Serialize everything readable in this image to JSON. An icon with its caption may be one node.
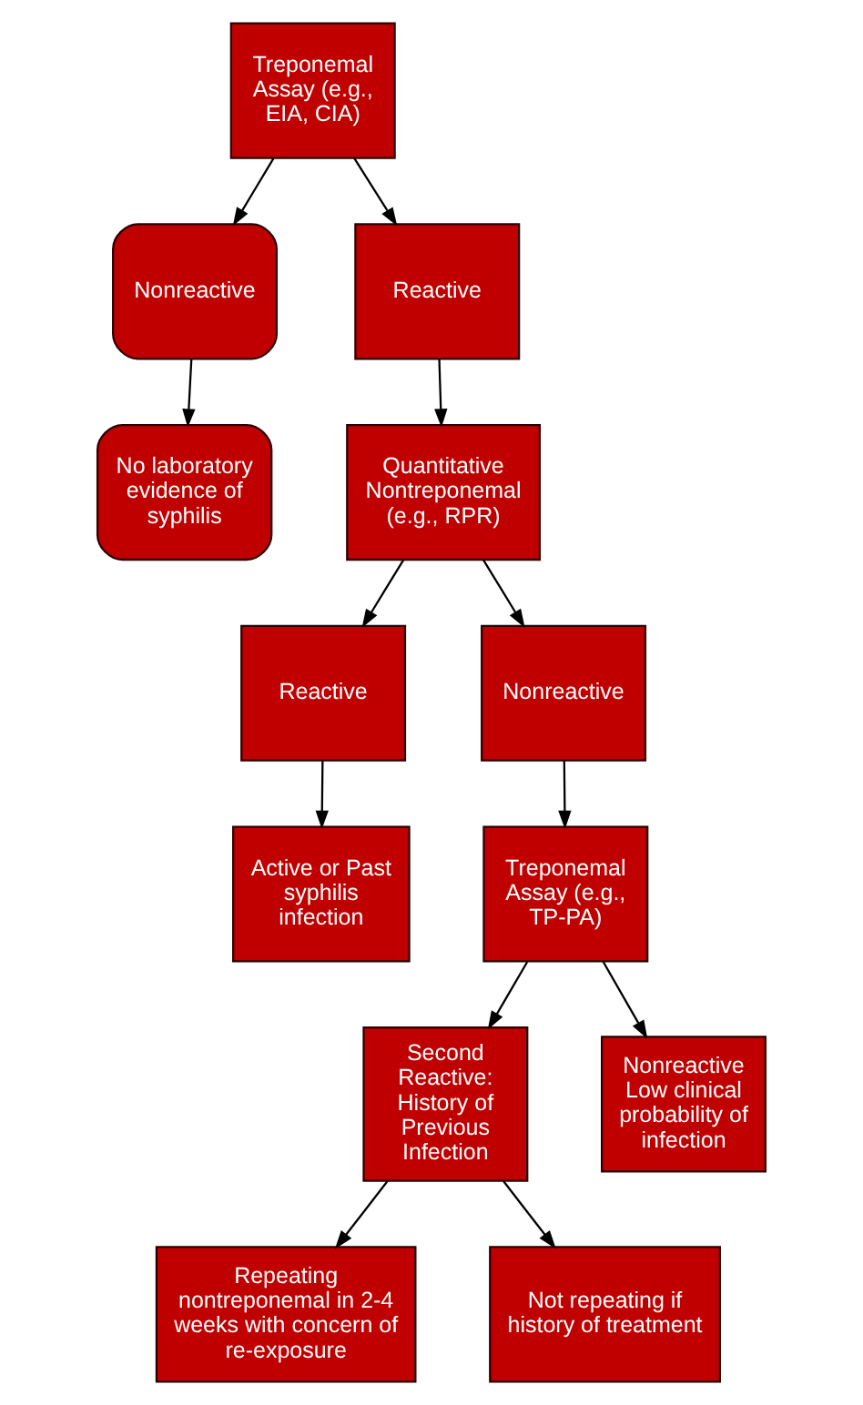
{
  "diagram": {
    "nodes": [
      {
        "text": [
          "Treponemal Assay (e.g., EIA, CIA)"
        ]
      },
      {
        "text": [
          "Nonreactive"
        ]
      },
      {
        "text": [
          "Reactive"
        ]
      },
      {
        "text": [
          "No laboratory evidence of syphilis"
        ]
      },
      {
        "text": [
          "Quantitative Nontreponemal (e.g., RPR)"
        ]
      },
      {
        "text": [
          "Reactive"
        ]
      },
      {
        "text": [
          "Nonreactive"
        ]
      },
      {
        "text": [
          "Active or Past syphilis infection"
        ]
      },
      {
        "text": [
          "Treponemal Assay (e.g., TP-PA)"
        ]
      },
      {
        "text": [
          "Second Reactive: History of Previous Infection"
        ]
      },
      {
        "text": [
          "Nonreactive Low clinical probability of infection"
        ]
      },
      {
        "text": [
          "Repeating nontreponemal in 2-4 weeks with concern of re-exposure"
        ]
      },
      {
        "text": [
          "Not repeating if history of treatment"
        ]
      }
    ],
    "edges": [
      {
        "from": 0,
        "to": 1,
        "arrow": "to"
      },
      {
        "from": 0,
        "to": 2,
        "arrow": "to"
      },
      {
        "from": 1,
        "to": 3,
        "arrow": "to"
      },
      {
        "from": 2,
        "to": 4,
        "arrow": "to"
      },
      {
        "from": 4,
        "to": 5,
        "arrow": "to"
      },
      {
        "from": 4,
        "to": 6,
        "arrow": "to"
      },
      {
        "from": 5,
        "to": 7,
        "arrow": "to"
      },
      {
        "from": 6,
        "to": 8,
        "arrow": "to"
      },
      {
        "from": 8,
        "to": 9,
        "arrow": "to"
      },
      {
        "from": 8,
        "to": 10,
        "arrow": "to"
      },
      {
        "from": 9,
        "to": 11,
        "arrow": "to"
      },
      {
        "from": 9,
        "to": 12,
        "arrow": "to"
      }
    ]
  }
}
